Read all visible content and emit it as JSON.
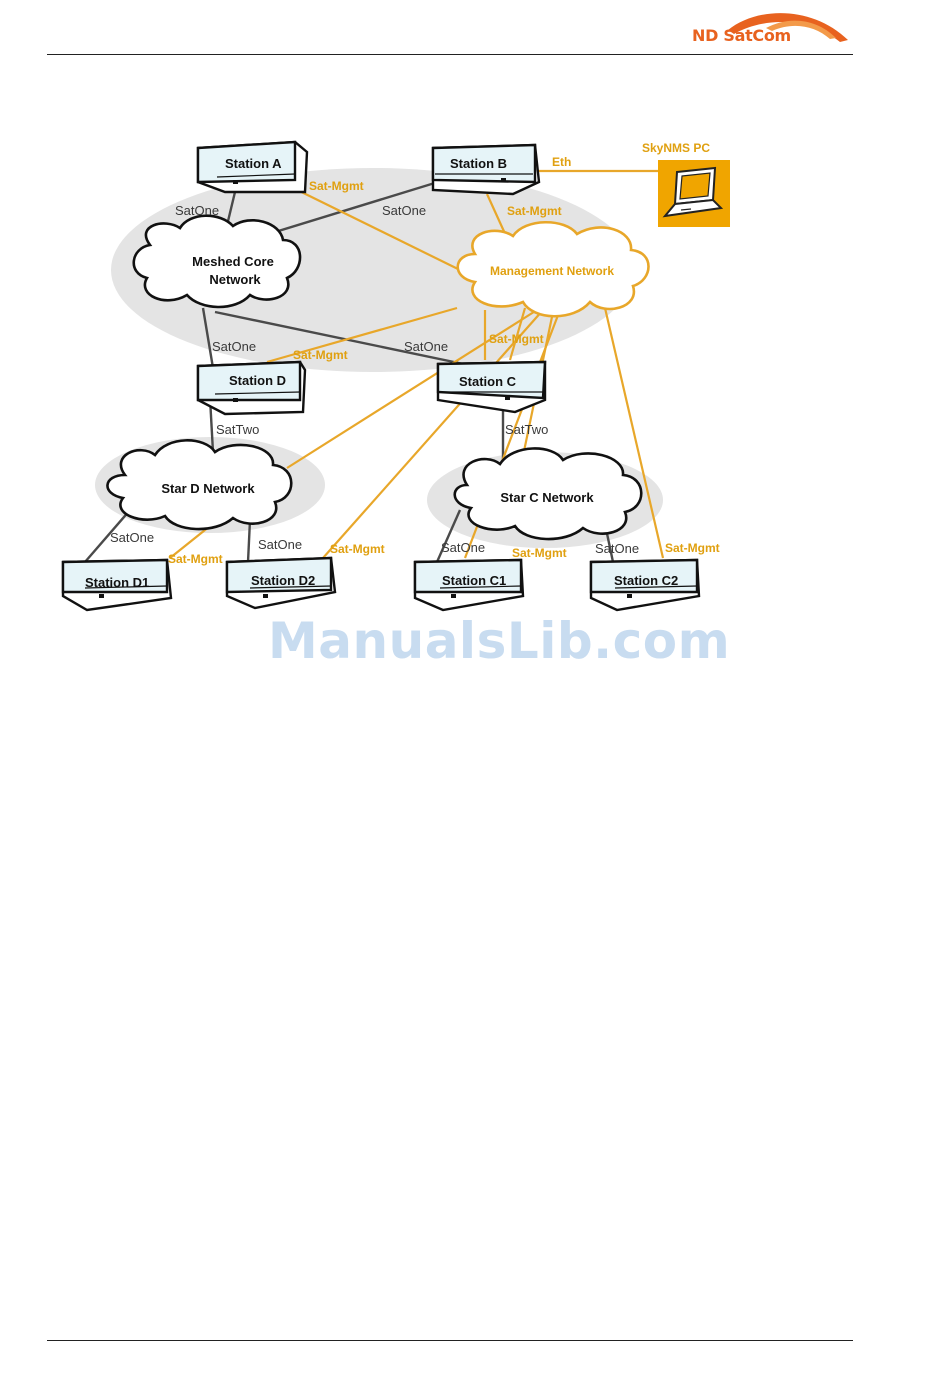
{
  "header": {
    "logo_text": "ND SatCom",
    "brand_color": "#e8621f"
  },
  "diagram": {
    "colors": {
      "satone_link": "#4a4a4a",
      "mgmt_link": "#e8a72a",
      "station_fill": "#e6f4f8",
      "region_fill": "#e4e4e4",
      "pc_fill": "#f0a500"
    },
    "stations": {
      "a": "Station A",
      "b": "Station B",
      "c": "Station C",
      "d": "Station D",
      "d1": "Station D1",
      "d2": "Station D2",
      "c1": "Station C1",
      "c2": "Station C2"
    },
    "clouds": {
      "meshed_line1": "Meshed Core",
      "meshed_line2": "Network",
      "management": "Management Network",
      "star_d": "Star D Network",
      "star_c": "Star C Network"
    },
    "pc_label": "SkyNMS PC",
    "link_labels": {
      "eth": "Eth",
      "sat_mgmt": "Sat-Mgmt",
      "satone": "SatOne",
      "sattwo": "SatTwo"
    }
  },
  "watermark": "ManualsLib.com"
}
